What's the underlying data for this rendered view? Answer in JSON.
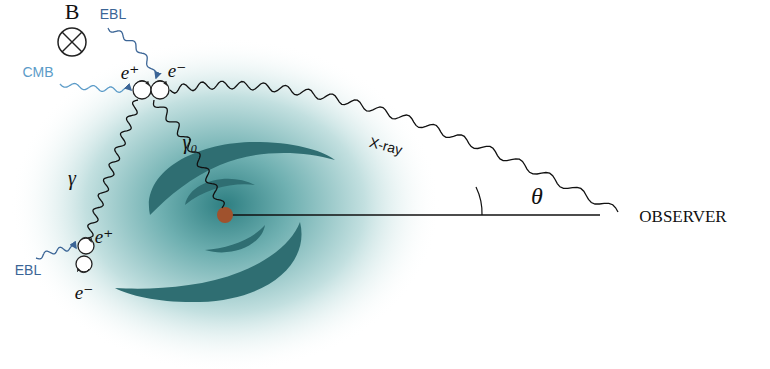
{
  "diagram": {
    "labels": [
      "B",
      "EBL",
      "CMB",
      "e⁺",
      "e⁻",
      "γ",
      "γ₀",
      "X-ray",
      "θ",
      "OBSERVER",
      "e⁺",
      "EBL",
      "e⁻"
    ]
  }
}
